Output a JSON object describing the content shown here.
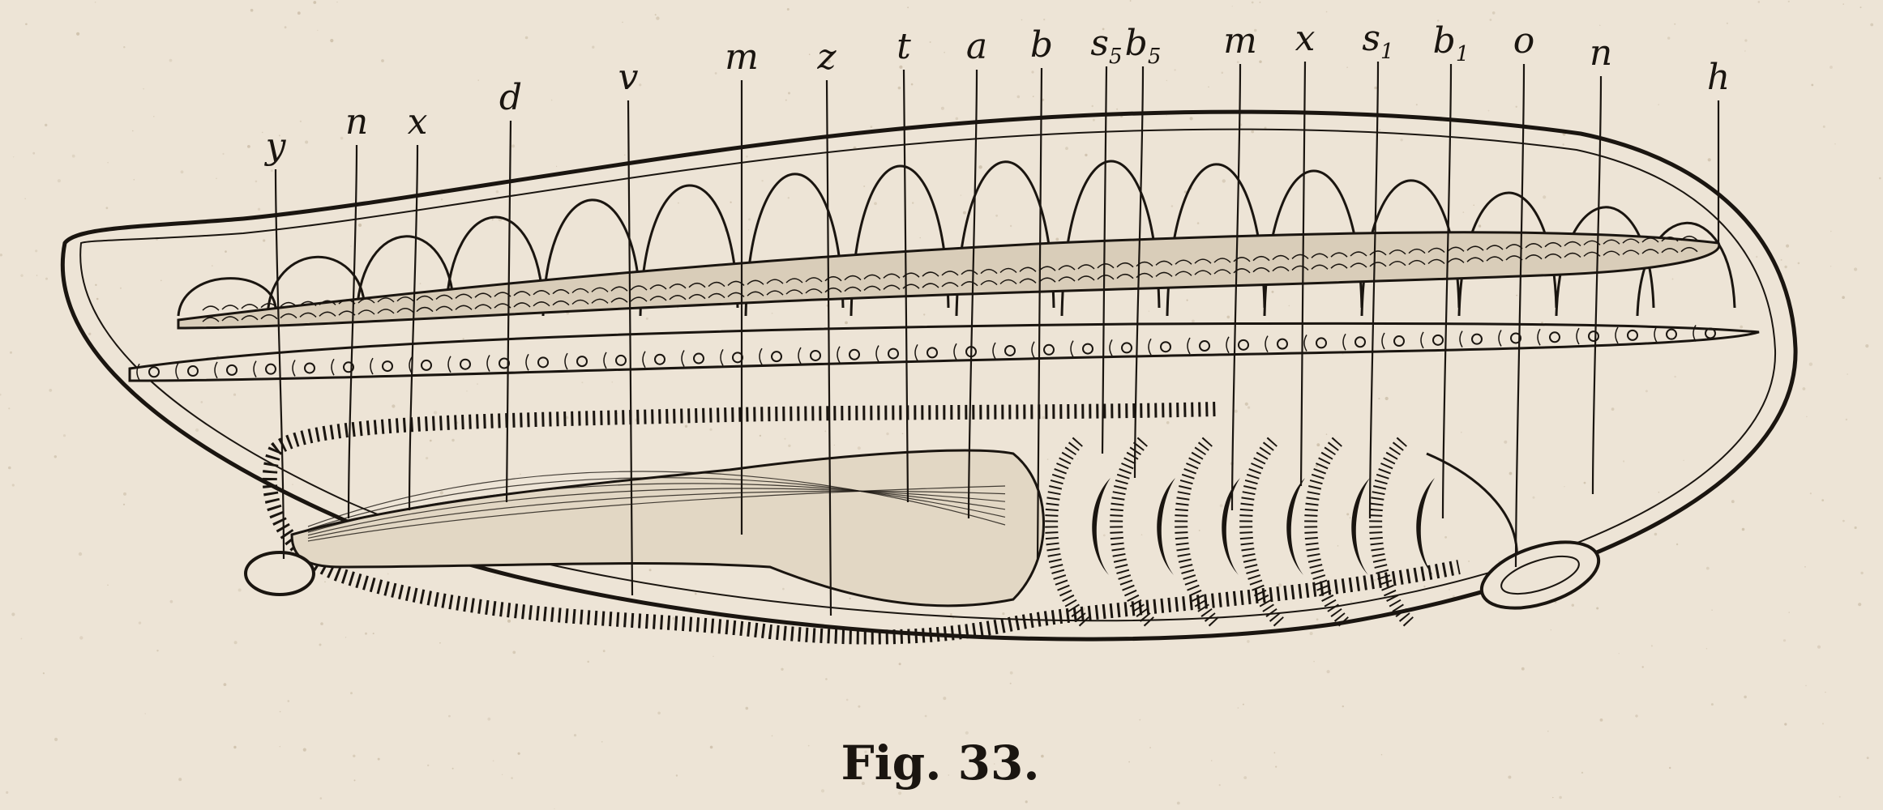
{
  "caption": "Fig. 33.",
  "labels": [
    {
      "letter": "y",
      "sub": ""
    },
    {
      "letter": "n",
      "sub": ""
    },
    {
      "letter": "x",
      "sub": ""
    },
    {
      "letter": "d",
      "sub": ""
    },
    {
      "letter": "v",
      "sub": ""
    },
    {
      "letter": "m",
      "sub": ""
    },
    {
      "letter": "z",
      "sub": ""
    },
    {
      "letter": "t",
      "sub": ""
    },
    {
      "letter": "a",
      "sub": ""
    },
    {
      "letter": "b",
      "sub": ""
    },
    {
      "letter": "s",
      "sub": "5"
    },
    {
      "letter": "b",
      "sub": "5"
    },
    {
      "letter": "m",
      "sub": ""
    },
    {
      "letter": "x",
      "sub": ""
    },
    {
      "letter": "s",
      "sub": "1"
    },
    {
      "letter": "b",
      "sub": "1"
    },
    {
      "letter": "o",
      "sub": ""
    },
    {
      "letter": "n",
      "sub": ""
    },
    {
      "letter": "h",
      "sub": ""
    }
  ],
  "colors": {
    "paper": "#ede4d6",
    "ink": "#1a1510"
  }
}
